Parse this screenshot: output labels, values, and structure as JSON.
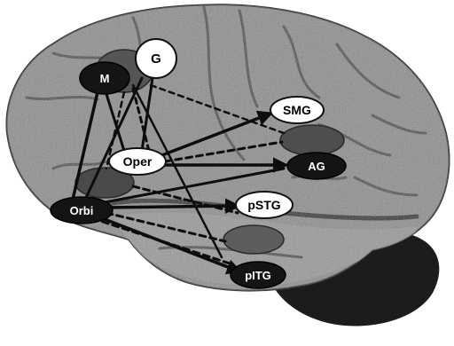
{
  "colors": {
    "background": "#ffffff",
    "brain_fill": "#8a8a8a",
    "brain_dark": "#3c3c3c",
    "cerebellum": "#1c1c1c",
    "gyrus_line": "#4a4a4a",
    "white_node": "#ffffff",
    "black_node": "#141414",
    "grey_node": "#5a5a5a",
    "arrow": "#0d0d0d"
  },
  "regions": {
    "g": {
      "label": "G"
    },
    "m": {
      "label": "M"
    },
    "smg": {
      "label": "SMG"
    },
    "oper": {
      "label": "Oper"
    },
    "ag": {
      "label": "AG"
    },
    "pstg": {
      "label": "pSTG"
    },
    "orbi": {
      "label": "Orbi"
    },
    "pitg": {
      "label": "pITG"
    }
  }
}
